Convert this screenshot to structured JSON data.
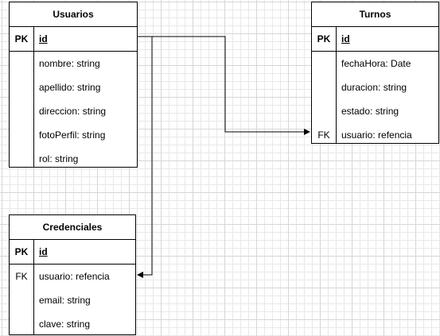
{
  "entities": {
    "usuarios": {
      "title": "Usuarios",
      "pk_label": "PK",
      "pk_field": "id",
      "fields": [
        "nombre: string",
        "apellido: string",
        "direccion: string",
        "fotoPerfil: string",
        "rol: string"
      ]
    },
    "turnos": {
      "title": "Turnos",
      "pk_label": "PK",
      "pk_field": "id",
      "fields": [
        "fechaHora: Date",
        "duracion: string",
        "estado: string",
        "usuario: refencia"
      ],
      "fk_label": "FK"
    },
    "credenciales": {
      "title": "Credenciales",
      "pk_label": "PK",
      "pk_field": "id",
      "fields": [
        "usuario: refencia",
        "email: string",
        "clave: string"
      ],
      "fk_label": "FK"
    }
  },
  "relations": [
    {
      "from": "Usuarios.id",
      "to": "Turnos.usuario"
    },
    {
      "from": "Usuarios.id",
      "to": "Credenciales.usuario"
    }
  ],
  "colors": {
    "line": "#000000",
    "grid": "#e8e8e8"
  }
}
